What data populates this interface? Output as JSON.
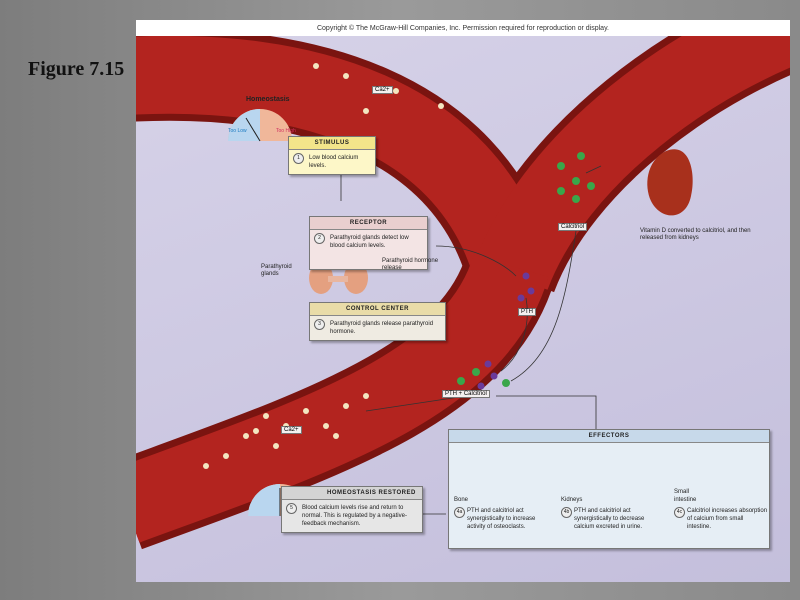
{
  "slide": {
    "title": "Figure 7.15"
  },
  "figure": {
    "copyright": "Copyright © The McGraw-Hill Companies, Inc. Permission required for reproduction or display.",
    "gauge": {
      "title": "Homeostasis",
      "low": "Too Low",
      "high": "Too High"
    },
    "stimulus": {
      "header": "STIMULUS",
      "step": "1",
      "text": "Low blood calcium levels."
    },
    "receptor": {
      "header": "RECEPTOR",
      "step": "2",
      "text": "Parathyroid glands detect low blood calcium levels."
    },
    "control": {
      "header": "CONTROL CENTER",
      "step": "3",
      "text": "Parathyroid glands release parathyroid hormone."
    },
    "labels": {
      "parathyroid_glands": "Parathyroid glands",
      "pth_release": "Parathyroid hormone release",
      "ca_top": "Ca2+",
      "ca_bottom": "Ca2+",
      "calcitriol": "Calcitriol",
      "pth": "PTH",
      "pth_calcitriol": "PTH + Calcitriol",
      "vitamin_d": "Vitamin D converted to calcitriol, and then released from kidneys"
    },
    "effectors": {
      "header": "EFFECTORS",
      "items": [
        {
          "organ": "Bone",
          "step": "4a",
          "text": "PTH and calcitriol act synergistically to increase activity of osteoclasts."
        },
        {
          "organ": "Kidneys",
          "step": "4b",
          "text": "PTH and calcitriol act synergistically to decrease calcium excreted in urine."
        },
        {
          "organ": "Small intestine",
          "step": "4c",
          "text": "Calcitriol increases absorption of calcium from small intestine."
        }
      ]
    },
    "restored": {
      "header": "HOMEOSTASIS RESTORED",
      "step": "5",
      "text": "Blood calcium levels rise and return to normal. This is regulated by a negative-feedback mechanism."
    },
    "colors": {
      "vessel": "#b3241f",
      "calcitriol": "#3aa64a",
      "pth": "#6a3a9a",
      "calcium": "#f3e6c0"
    }
  }
}
